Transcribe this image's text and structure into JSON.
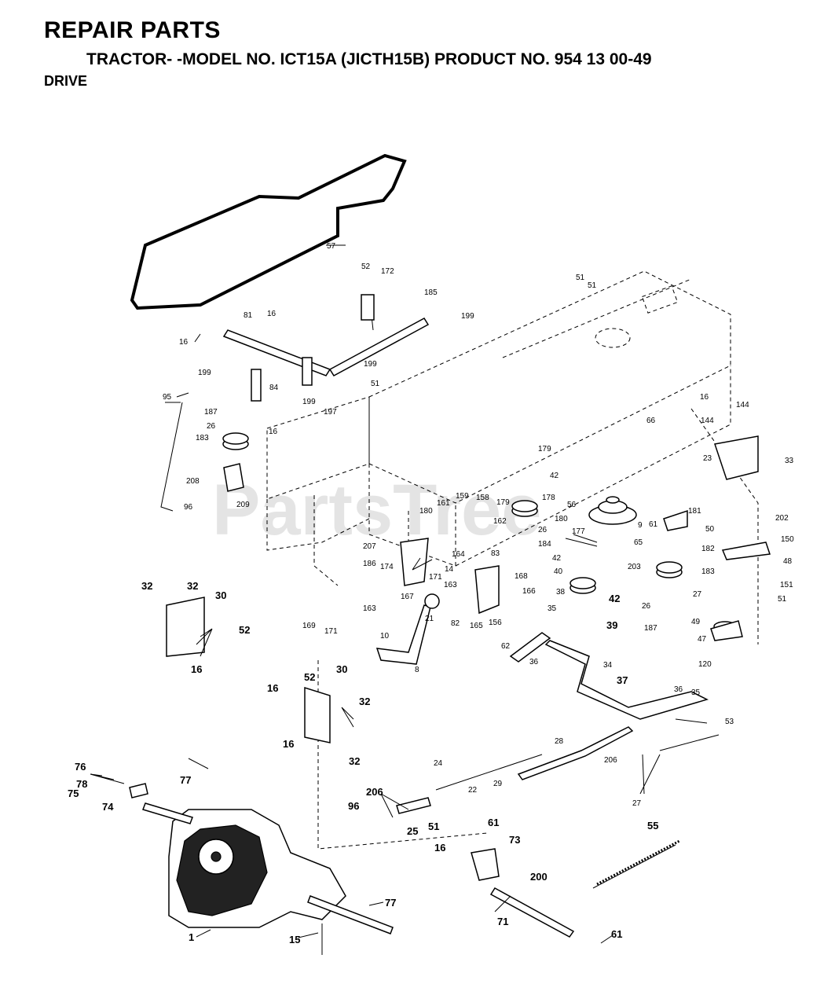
{
  "header": {
    "title": "REPAIR PARTS",
    "model_line": "TRACTOR- -MODEL NO. ICT15A (JICTH15B) PRODUCT NO. 954 13 00-49",
    "section": "DRIVE"
  },
  "watermark": "PartsTree",
  "labels": {
    "l57": "57",
    "l52a": "52",
    "l172": "172",
    "l185": "185",
    "l199a": "199",
    "l81": "81",
    "l16a": "16",
    "l16b": "16",
    "l51a": "51",
    "l51b": "51",
    "l199b": "199",
    "l199c": "199",
    "l84": "84",
    "l51c": "51",
    "l199d": "199",
    "l197": "197",
    "l95": "95",
    "l187a": "187",
    "l16c": "16",
    "l26a": "26",
    "l183a": "183",
    "l208": "208",
    "l209": "209",
    "l96a": "96",
    "l66": "66",
    "l16d": "16",
    "l144a": "144",
    "l144b": "144",
    "l23": "23",
    "l33": "33",
    "l179a": "179",
    "l42a": "42",
    "l178": "178",
    "l56": "56",
    "l179b": "179",
    "l180a": "180",
    "l9": "9",
    "l61a": "61",
    "l181a": "181",
    "l202": "202",
    "l50": "50",
    "l150": "150",
    "l161": "161",
    "l159": "159",
    "l158": "158",
    "l180b": "180",
    "l162": "162",
    "l26b": "26",
    "l184": "184",
    "l177": "177",
    "l65": "65",
    "l182": "182",
    "l48": "48",
    "l207": "207",
    "l186a": "186",
    "l174": "174",
    "l164": "164",
    "l14": "14",
    "l83": "83",
    "l42b": "42",
    "l203": "203",
    "l183b": "183",
    "l27a": "27",
    "l151": "151",
    "l51d": "51",
    "l171a": "171",
    "l167": "167",
    "l163a": "163",
    "l168": "168",
    "l166": "166",
    "l40": "40",
    "l26c": "26",
    "l163b": "163",
    "l38": "38",
    "l42c": "42",
    "l49": "49",
    "l47": "47",
    "l120": "120",
    "l187b": "187",
    "l169": "169",
    "l171b": "171",
    "l10": "10",
    "l21": "21",
    "l82a": "82",
    "l165": "165",
    "l156": "156",
    "l35a": "35",
    "l39": "39",
    "l62": "62",
    "l36a": "36",
    "l8": "8",
    "l34": "34",
    "l37": "37",
    "l32a": "32",
    "l32b": "32",
    "l30a": "30",
    "l52b": "52",
    "l16e": "16",
    "l16f": "16",
    "l52c": "52",
    "l30b": "30",
    "l32c": "32",
    "l16g": "16",
    "l32d": "32",
    "l36b": "36",
    "l35b": "35",
    "l53": "53",
    "l28": "28",
    "l206a": "206",
    "l27b": "27",
    "l29": "29",
    "l24": "24",
    "l22": "22",
    "l76": "76",
    "l78": "78",
    "l75": "75",
    "l77a": "77",
    "l74": "74",
    "l206b": "206",
    "l96b": "96",
    "l25": "25",
    "l51e": "51",
    "l55": "55",
    "l61b": "61",
    "l73": "73",
    "l16h": "16",
    "l200": "200",
    "l71": "71",
    "l77b": "77",
    "l15": "15",
    "l1": "1",
    "l61c": "61"
  }
}
